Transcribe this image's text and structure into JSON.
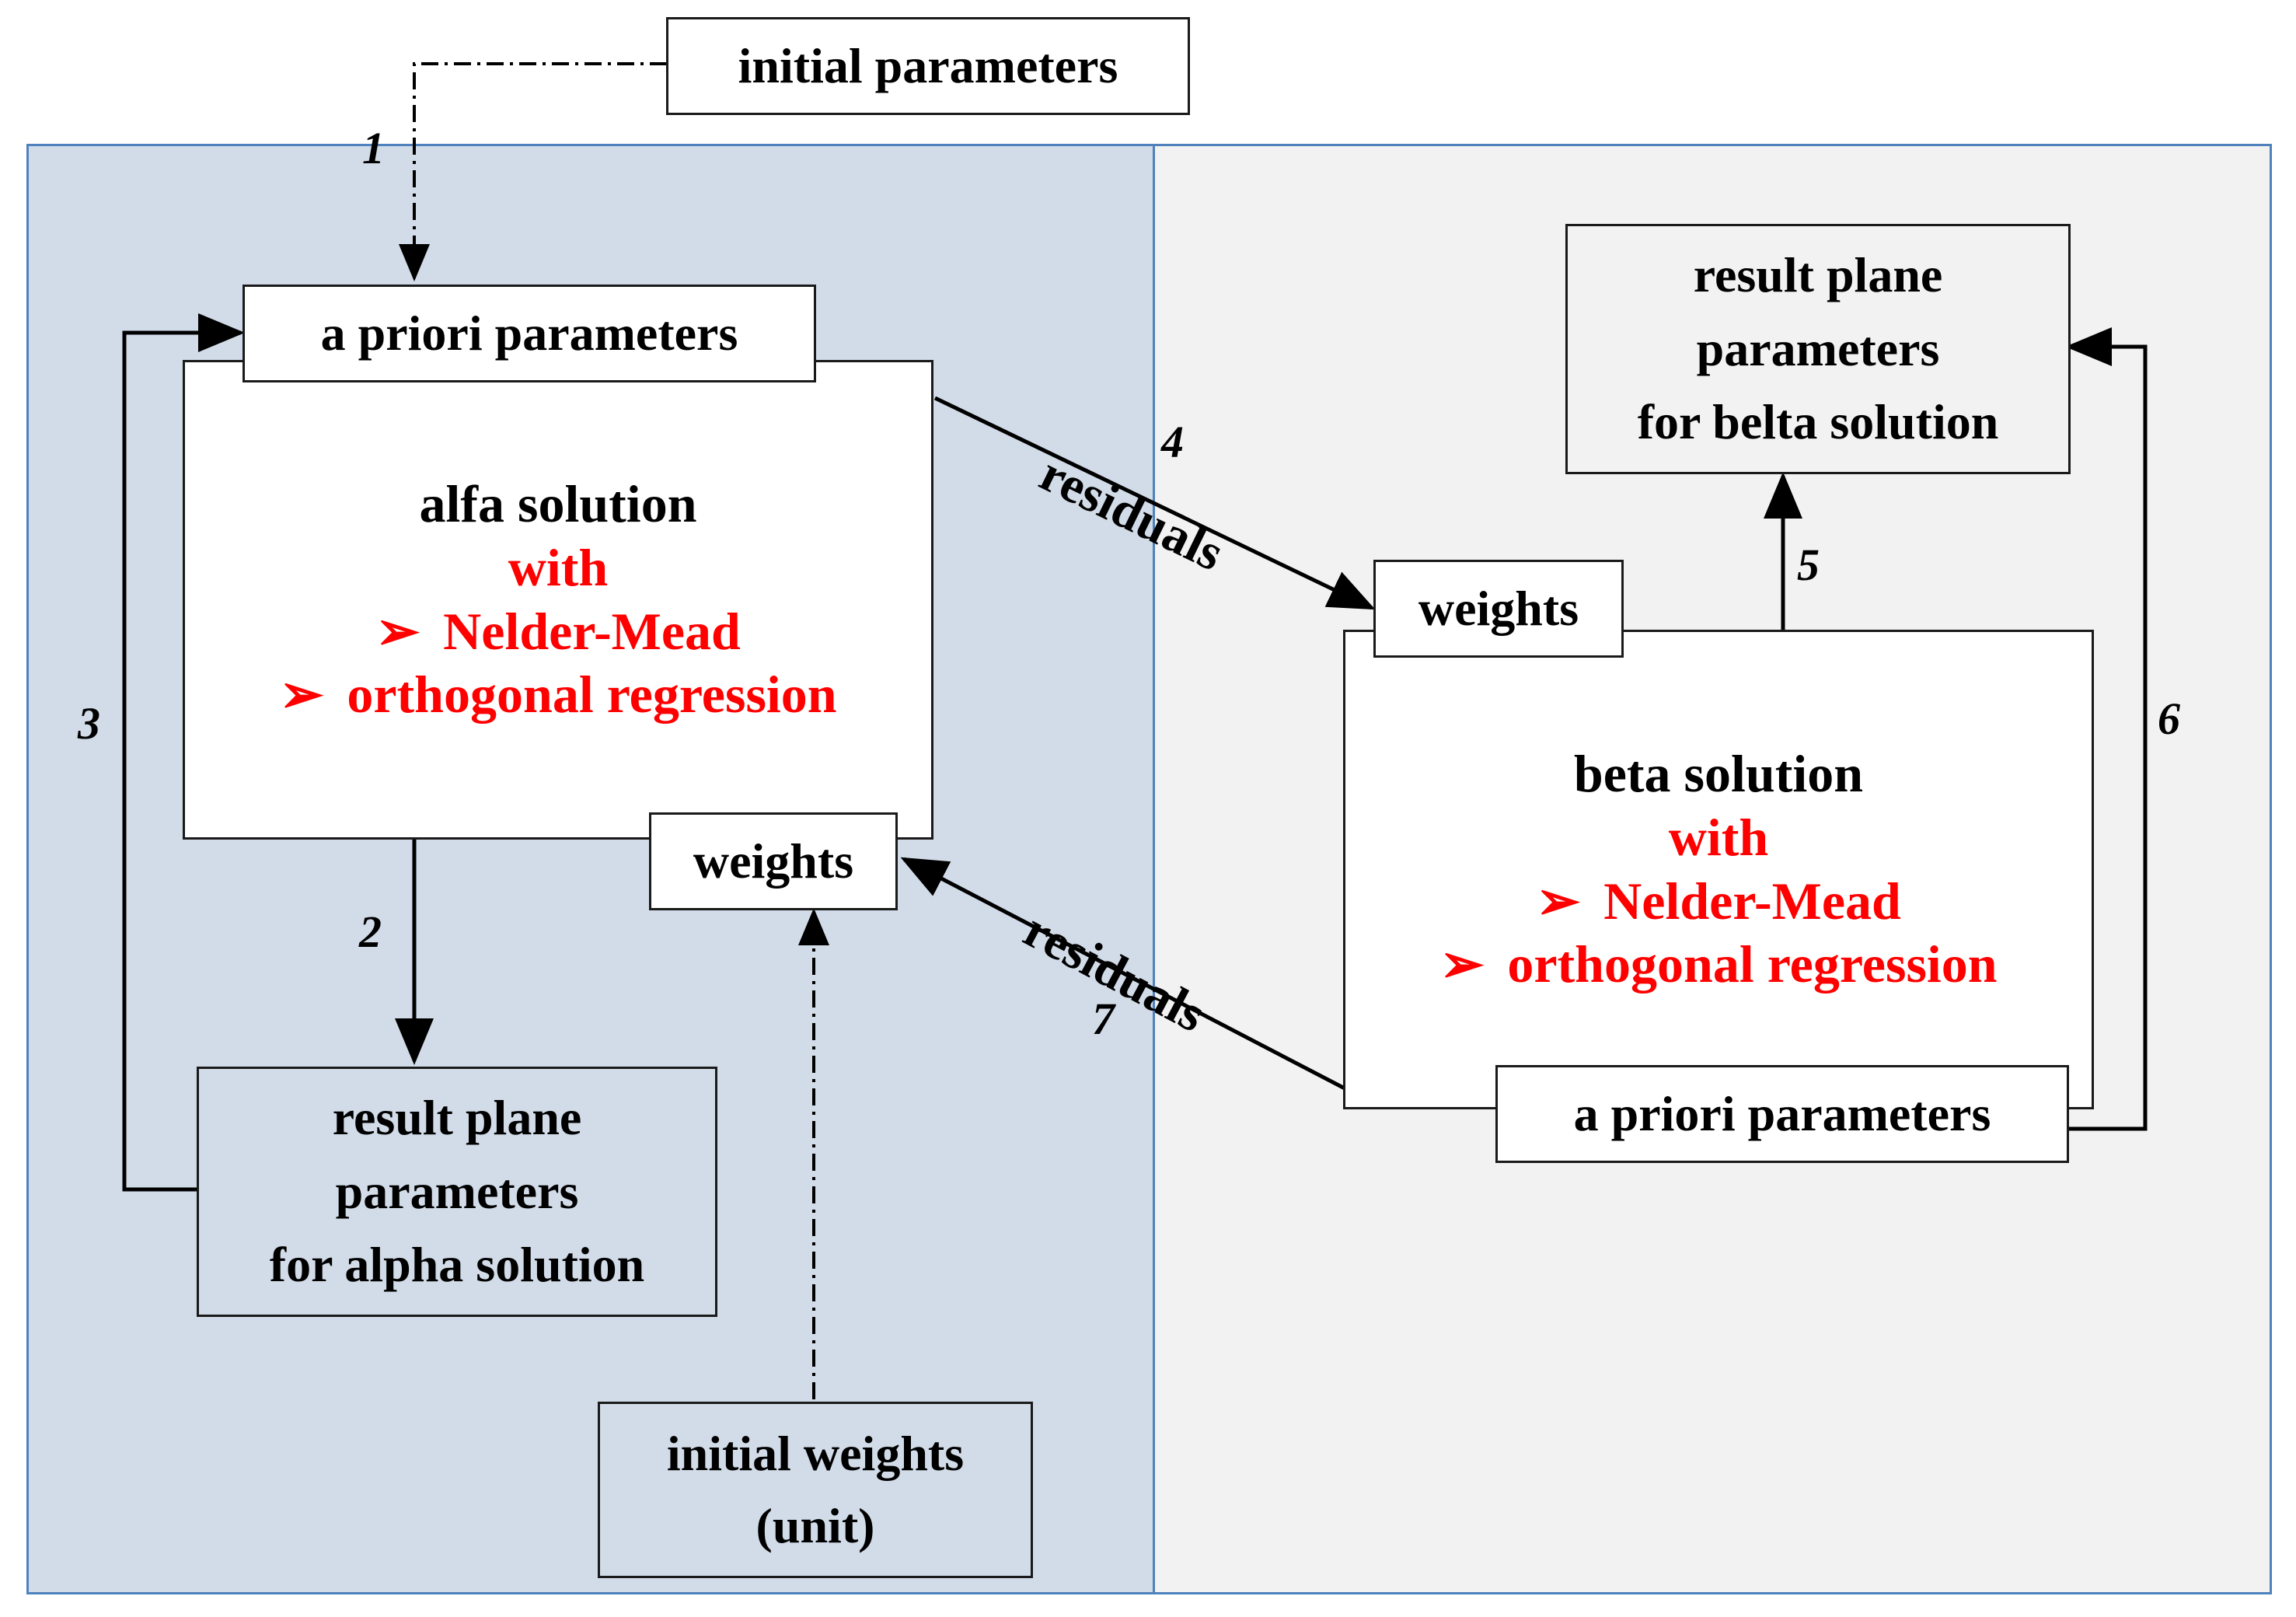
{
  "boxes": {
    "initial_parameters": "initial parameters",
    "a_priori_alpha": "a priori parameters",
    "alfa_solution": {
      "title": "alfa solution",
      "with": "with",
      "bullet": "➢",
      "method1": "Nelder-Mead",
      "method2": "orthogonal regression"
    },
    "weights_alpha": "weights",
    "result_alpha": [
      "result plane",
      "parameters",
      "for alpha solution"
    ],
    "initial_weights": [
      "initial weights",
      "(unit)"
    ],
    "weights_beta": "weights",
    "beta_solution": {
      "title": "beta solution",
      "with": "with",
      "bullet": "➢",
      "method1": "Nelder-Mead",
      "method2": "orthogonal regression"
    },
    "a_priori_beta": "a priori parameters",
    "result_beta": [
      "result plane",
      "parameters",
      "for belta solution"
    ]
  },
  "edges": {
    "residuals_to_beta": "residuals",
    "residuals_to_alpha": "residuals"
  },
  "step_numbers": [
    "1",
    "2",
    "3",
    "4",
    "5",
    "6",
    "7"
  ],
  "colors": {
    "alpha_panel": "#d2dce8",
    "beta_panel": "#f2f2f2",
    "panel_border": "#4f81bd",
    "method_text": "#ff0000"
  }
}
